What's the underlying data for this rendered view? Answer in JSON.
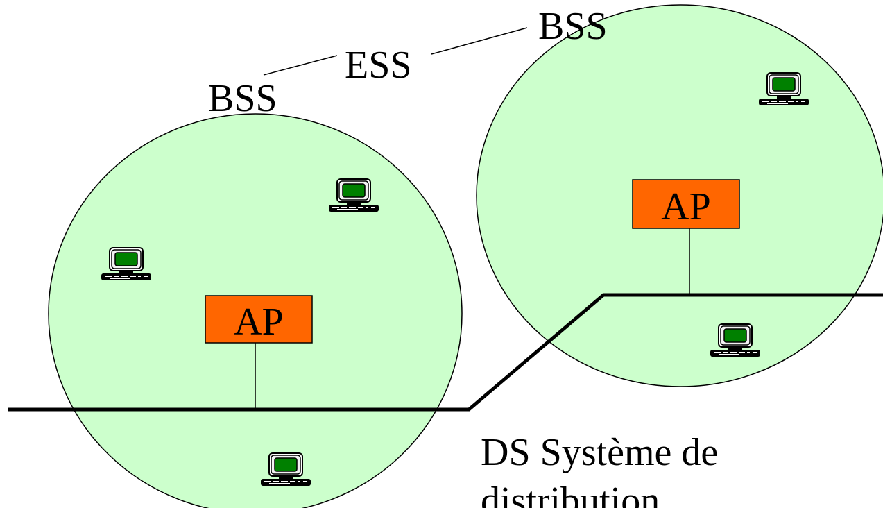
{
  "labels": {
    "bss_left": "BSS",
    "bss_right": "BSS",
    "ess": "ESS",
    "ap_left": "AP",
    "ap_right": "AP",
    "ds_line1": "DS Système de",
    "ds_line2": "distribution"
  },
  "colors": {
    "bss_fill": "#ccffcc",
    "ap_fill": "#ff6600",
    "screen": "#008000",
    "line": "#000000",
    "background": "#ffffff"
  },
  "icons": {
    "station": "desktop-computer-icon"
  }
}
